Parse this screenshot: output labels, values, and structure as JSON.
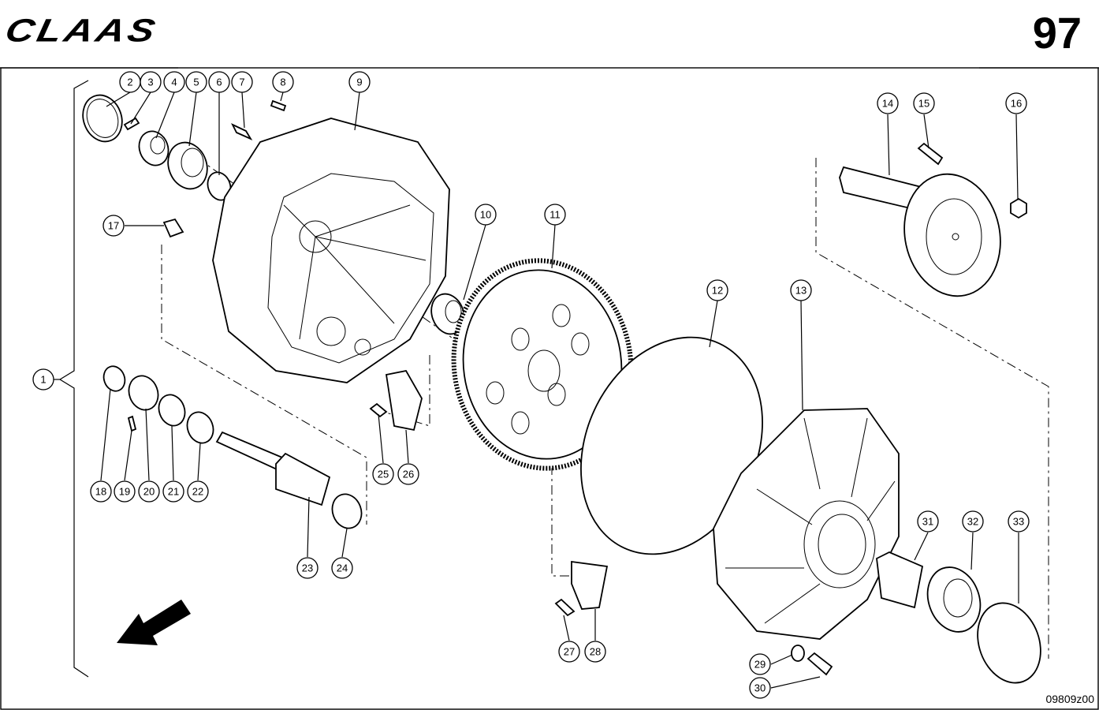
{
  "header": {
    "brand": "CLAAS",
    "page_number": "97"
  },
  "footer": {
    "drawing_id": "09809z00"
  },
  "callouts": [
    "1",
    "2",
    "3",
    "4",
    "5",
    "6",
    "7",
    "8",
    "9",
    "10",
    "11",
    "12",
    "13",
    "14",
    "15",
    "16",
    "17",
    "18",
    "19",
    "20",
    "21",
    "22",
    "23",
    "24",
    "25",
    "26",
    "27",
    "28",
    "29",
    "30",
    "31",
    "32",
    "33"
  ]
}
